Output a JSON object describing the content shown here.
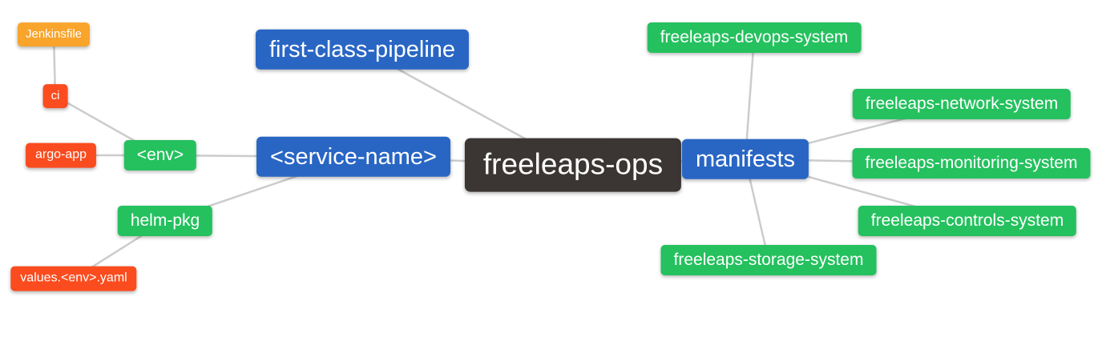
{
  "colors": {
    "background": "#ffffff",
    "text": "#ffffff",
    "edge": "#cccccc",
    "dark": "#3b3633",
    "blue": "#2966c4",
    "green": "#24c15e",
    "red": "#fa4c1f",
    "orange": "#f9a42b"
  },
  "diagram": {
    "type": "mindmap",
    "root": "freeleaps-ops",
    "nodes": [
      {
        "id": "freeleaps-ops",
        "label": "freeleaps-ops",
        "color": "dark",
        "level": 0
      },
      {
        "id": "first-class-pipeline",
        "label": "first-class-pipeline",
        "color": "blue",
        "level": 1
      },
      {
        "id": "service-name",
        "label": "<service-name>",
        "color": "blue",
        "level": 1
      },
      {
        "id": "manifests",
        "label": "manifests",
        "color": "blue",
        "level": 1
      },
      {
        "id": "env",
        "label": "<env>",
        "color": "green",
        "level": 2
      },
      {
        "id": "helm-pkg",
        "label": "helm-pkg",
        "color": "green",
        "level": 2
      },
      {
        "id": "ci",
        "label": "ci",
        "color": "red",
        "level": 3
      },
      {
        "id": "argo-app",
        "label": "argo-app",
        "color": "red",
        "level": 3
      },
      {
        "id": "jenkinsfile",
        "label": "Jenkinsfile",
        "color": "orange",
        "level": 4
      },
      {
        "id": "values-env-yaml",
        "label": "values.<env>.yaml",
        "color": "red",
        "level": 3
      },
      {
        "id": "freeleaps-devops-system",
        "label": "freeleaps-devops-system",
        "color": "green",
        "level": 2
      },
      {
        "id": "freeleaps-network-system",
        "label": "freeleaps-network-system",
        "color": "green",
        "level": 2
      },
      {
        "id": "freeleaps-monitoring-system",
        "label": "freeleaps-monitoring-system",
        "color": "green",
        "level": 2
      },
      {
        "id": "freeleaps-controls-system",
        "label": "freeleaps-controls-system",
        "color": "green",
        "level": 2
      },
      {
        "id": "freeleaps-storage-system",
        "label": "freeleaps-storage-system",
        "color": "green",
        "level": 2
      }
    ],
    "edges": [
      [
        "jenkinsfile",
        "ci"
      ],
      [
        "ci",
        "env"
      ],
      [
        "argo-app",
        "env"
      ],
      [
        "env",
        "service-name"
      ],
      [
        "helm-pkg",
        "service-name"
      ],
      [
        "values-env-yaml",
        "helm-pkg"
      ],
      [
        "first-class-pipeline",
        "freeleaps-ops"
      ],
      [
        "service-name",
        "freeleaps-ops"
      ],
      [
        "freeleaps-ops",
        "manifests"
      ],
      [
        "manifests",
        "freeleaps-devops-system"
      ],
      [
        "manifests",
        "freeleaps-network-system"
      ],
      [
        "manifests",
        "freeleaps-monitoring-system"
      ],
      [
        "manifests",
        "freeleaps-controls-system"
      ],
      [
        "manifests",
        "freeleaps-storage-system"
      ]
    ]
  }
}
